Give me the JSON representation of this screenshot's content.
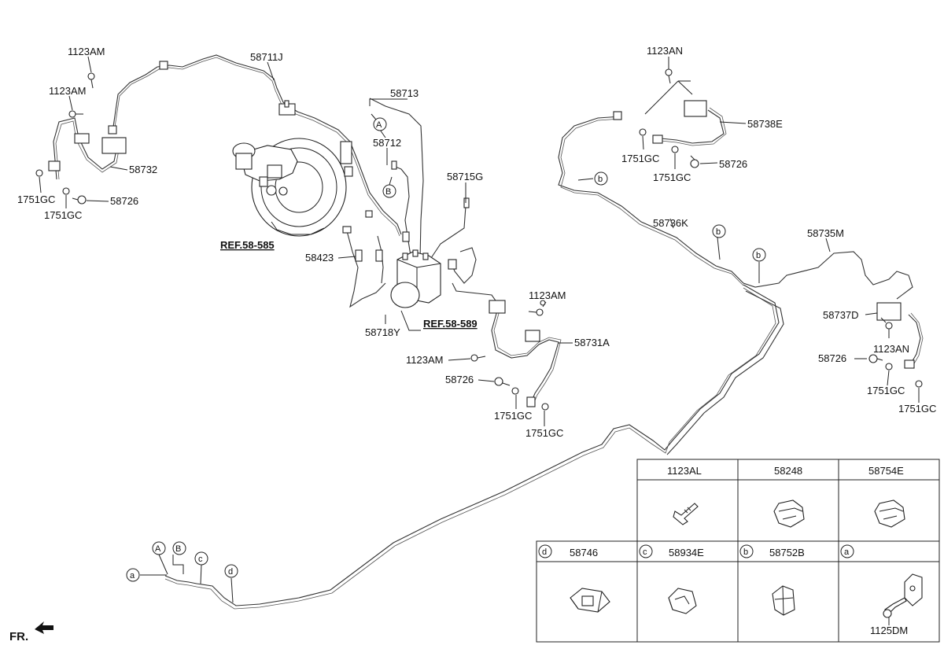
{
  "callouts": {
    "c_1123am_a": "1123AM",
    "c_58711j": "58711J",
    "c_1123am_b": "1123AM",
    "c_58732": "58732",
    "c_1751gc_a": "1751GC",
    "c_1751gc_b": "1751GC",
    "c_58726_a": "58726",
    "c_ref_58585": "REF.58-585",
    "c_58423": "58423",
    "c_58713": "58713",
    "c_58712": "58712",
    "c_58715g": "58715G",
    "c_58718y": "58718Y",
    "c_ref_58589": "REF.58-589",
    "c_1123am_c": "1123AM",
    "c_58731a": "58731A",
    "c_1123am_d": "1123AM",
    "c_58726_b": "58726",
    "c_1751gc_c": "1751GC",
    "c_1751gc_d": "1751GC",
    "c_1123an_a": "1123AN",
    "c_58738e": "58738E",
    "c_1751gc_e": "1751GC",
    "c_58726_c": "58726",
    "c_1751gc_f": "1751GC",
    "c_58736k": "58736K",
    "c_58735m": "58735M",
    "c_58737d": "58737D",
    "c_1123an_b": "1123AN",
    "c_58726_d": "58726",
    "c_1751gc_g": "1751GC",
    "c_1751gc_h": "1751GC",
    "fr": "FR."
  },
  "markers": {
    "A": "A",
    "B": "B",
    "a": "a",
    "b": "b",
    "c": "c",
    "d": "d"
  },
  "parts_table": {
    "row1": [
      {
        "part": "1123AL",
        "icon": "bolt-icon"
      },
      {
        "part": "58248",
        "icon": "cap-icon"
      },
      {
        "part": "58754E",
        "icon": "cap-icon"
      }
    ],
    "row2": [
      {
        "marker": "d",
        "part": "58746",
        "icon": "clip-icon"
      },
      {
        "marker": "c",
        "part": "58934E",
        "icon": "clip-icon"
      },
      {
        "marker": "b",
        "part": "58752B",
        "icon": "clip-icon"
      },
      {
        "marker": "a",
        "part": "",
        "icon": "bracket-bolt-icon",
        "sub_part": "1125DM"
      }
    ]
  }
}
